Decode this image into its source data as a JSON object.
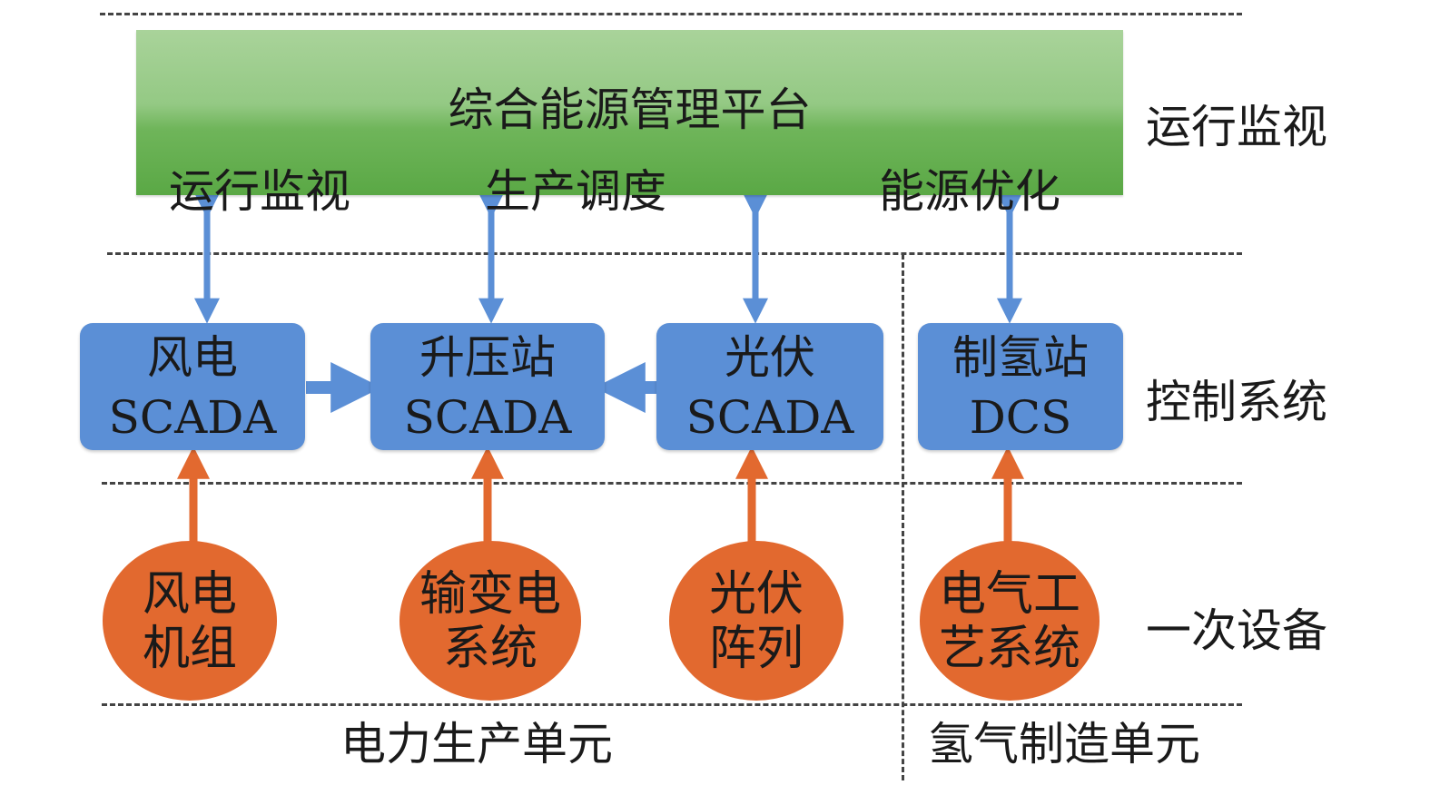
{
  "platform": {
    "title": "综合能源管理平台",
    "functions": [
      "运行监视",
      "生产调度",
      "能源优化"
    ]
  },
  "control_systems": [
    {
      "line1": "风电",
      "line2": "SCADA"
    },
    {
      "line1": "升压站",
      "line2": "SCADA"
    },
    {
      "line1": "光伏",
      "line2": "SCADA"
    },
    {
      "line1": "制氢站",
      "line2": "DCS"
    }
  ],
  "primary_equipment": [
    {
      "line1": "风电",
      "line2": "机组"
    },
    {
      "line1": "输变电",
      "line2": "系统"
    },
    {
      "line1": "光伏",
      "line2": "阵列"
    },
    {
      "line1": "电气工",
      "line2": "艺系统"
    }
  ],
  "layers": [
    "运行监视",
    "控制系统",
    "一次设备"
  ],
  "units": [
    "电力生产单元",
    "氢气制造单元"
  ],
  "colors": {
    "platform_green": "#6fb55a",
    "control_blue": "#5b8fd6",
    "equipment_orange": "#e2692f",
    "dashline": "#444444"
  }
}
